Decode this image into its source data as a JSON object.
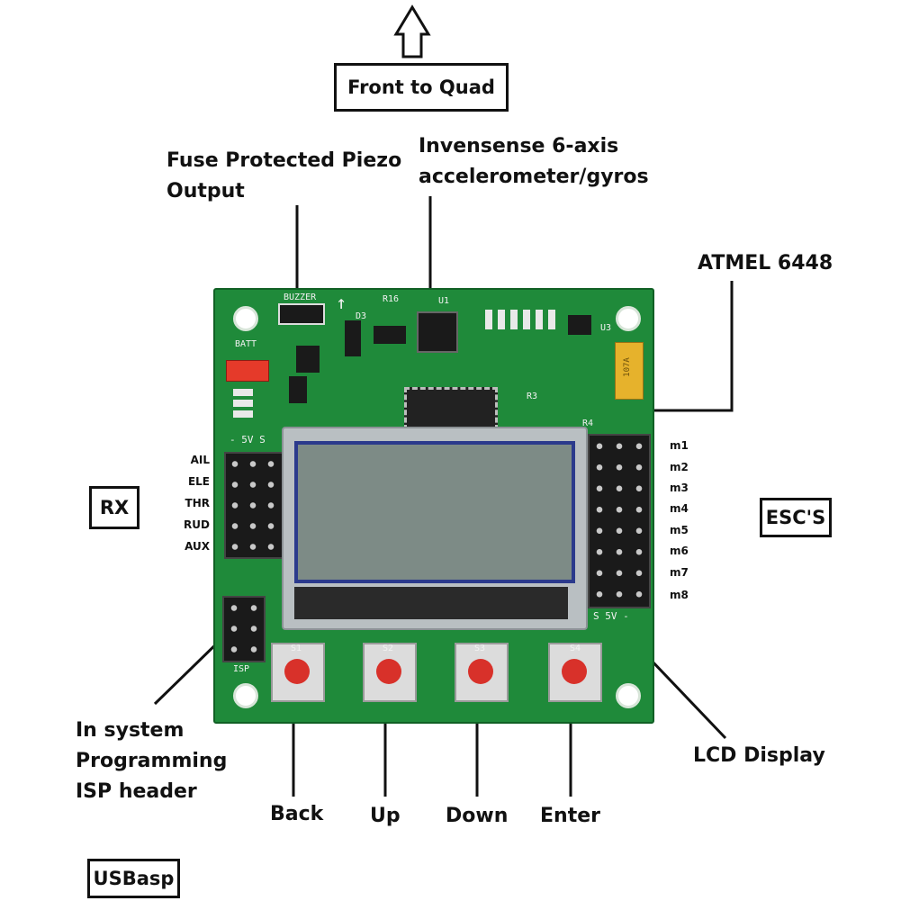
{
  "top": {
    "front_to_quad": "Front to Quad"
  },
  "callouts": {
    "piezo": [
      "Fuse Protected Piezo",
      "Output"
    ],
    "invensense": [
      "Invensense 6-axis",
      "accelerometer/gyros"
    ],
    "atmel": "ATMEL 6448",
    "rx": "RX",
    "escs": "ESC'S",
    "isp": [
      "In system",
      "Programming",
      "ISP header"
    ],
    "lcd": "LCD Display",
    "usbasp": "USBasp",
    "buttons": [
      "Back",
      "Up",
      "Down",
      "Enter"
    ]
  },
  "board": {
    "rx_pins": [
      "AIL",
      "ELE",
      "THR",
      "RUD",
      "AUX"
    ],
    "esc_pins": [
      "m1",
      "m2",
      "m3",
      "m4",
      "m5",
      "m6",
      "m7",
      "m8"
    ],
    "silk": {
      "buzzer": "BUZZER",
      "batt": "BATT",
      "u1": "U1",
      "u3": "U3",
      "r16": "R16",
      "d3": "D3",
      "r3": "R3",
      "r4": "R4",
      "isp": "ISP",
      "s1": "S1",
      "s2": "S2",
      "s3": "S3",
      "s4": "S4",
      "rail_left": "-  5V  S",
      "rail_right": "S  5V  -",
      "tantalum": "107A"
    }
  },
  "colors": {
    "pcb": "#1f8a3a",
    "pcb_dark": "#14692b",
    "lcd_screen": "#7d8b86",
    "lcd_frame": "#b9bfc2",
    "button_red": "#d8312a",
    "header_black": "#1a1a1a",
    "connector_red": "#e53a2a",
    "tantalum_yellow": "#e6b22c"
  }
}
